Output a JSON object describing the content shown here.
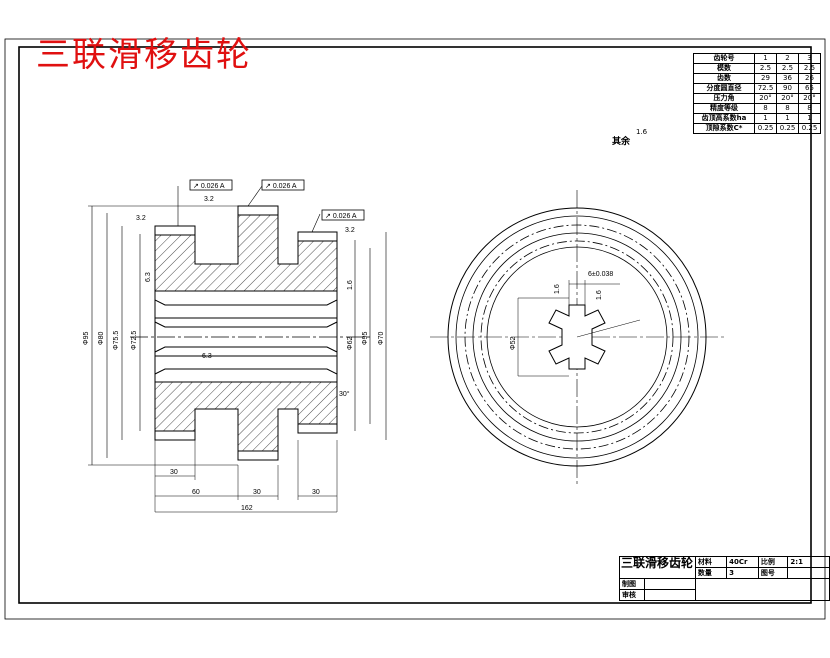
{
  "title": "三联滑移齿轮",
  "param_table": {
    "rows": [
      {
        "label": "齿轮号",
        "values": [
          "1",
          "2",
          "3"
        ]
      },
      {
        "label": "模数",
        "values": [
          "2.5",
          "2.5",
          "2.5"
        ]
      },
      {
        "label": "齿数",
        "values": [
          "29",
          "36",
          "26"
        ]
      },
      {
        "label": "分度圆直径",
        "values": [
          "72.5",
          "90",
          "65"
        ]
      },
      {
        "label": "压力角",
        "values": [
          "20°",
          "20°",
          "20°"
        ]
      },
      {
        "label": "精度等级",
        "values": [
          "8",
          "8",
          "8"
        ]
      },
      {
        "label": "齿顶高系数ha",
        "values": [
          "1",
          "1",
          "1"
        ]
      },
      {
        "label": "顶隙系数C*",
        "values": [
          "0.25",
          "0.25",
          "0.25"
        ]
      }
    ]
  },
  "surface_note": {
    "label": "其余",
    "roughness": "1.6"
  },
  "tolerance_frames": [
    {
      "symbol": "↗",
      "value": "0.026",
      "datum": "A"
    },
    {
      "symbol": "↗",
      "value": "0.026",
      "datum": "A"
    },
    {
      "symbol": "↗",
      "value": "0.026",
      "datum": "A"
    }
  ],
  "roughness_marks": [
    "3.2",
    "3.2",
    "3.2",
    "6.3",
    "6.3",
    "1.6",
    "1.6",
    "1.6"
  ],
  "dims_vertical_left": [
    "Φ95",
    "Φ80",
    "Φ75.5",
    "Φ72.5"
  ],
  "dims_vertical_right": [
    "Φ62",
    "Φ95",
    "Φ70"
  ],
  "dims_horizontal": [
    "30",
    "60",
    "30",
    "30",
    "162"
  ],
  "dim_misc": [
    "30°"
  ],
  "section_view": {
    "keyway_tol": "6±0.038",
    "bore": "Φ52"
  },
  "title_block": {
    "name": "三联滑移齿轮",
    "material_label": "材料",
    "material": "40Cr",
    "scale_label": "比例",
    "scale": "2:1",
    "qty_label": "数量",
    "qty": "3",
    "drawing_no_label": "图号",
    "drawn_label": "制图",
    "checked_label": "审核"
  }
}
